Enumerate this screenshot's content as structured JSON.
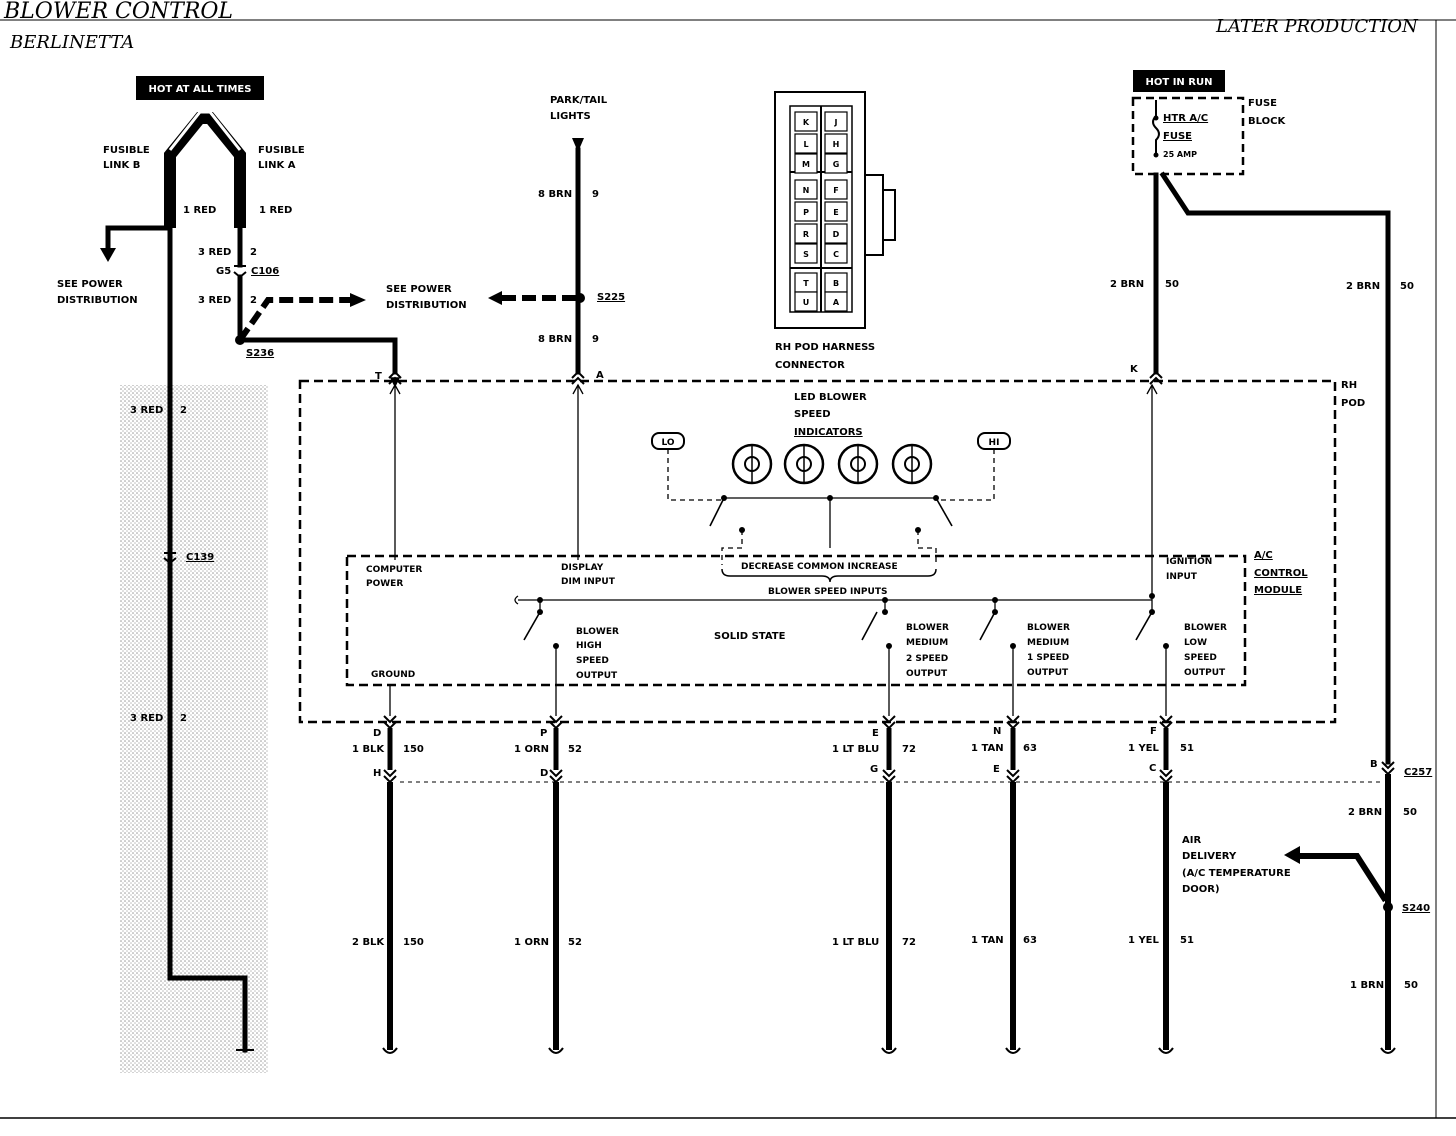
{
  "diagram": {
    "title": "BLOWER CONTROL",
    "subtitle": "BERLINETTA",
    "production_note": "LATER PRODUCTION"
  },
  "badges": {
    "hot_at_all_times": "HOT AT ALL TIMES",
    "hot_in_run": "HOT IN RUN"
  },
  "fusible": {
    "link_b": [
      "FUSIBLE",
      "LINK B"
    ],
    "link_a": [
      "FUSIBLE",
      "LINK A"
    ]
  },
  "wires": {
    "red_b_top": "1 RED",
    "red_a_top": "1 RED",
    "red_3_upper": "3 RED",
    "red_3_upper_num": "2",
    "red_3_lower": "3 RED",
    "red_3_lower_num": "2",
    "red_left_1": "3 RED",
    "red_left_1_num": "2",
    "red_left_2": "3 RED",
    "red_left_2_num": "2",
    "brn_park_top": "8 BRN",
    "brn_park_top_num": "9",
    "brn_park_bot": "8 BRN",
    "brn_park_bot_num": "9",
    "brn_k": "2 BRN",
    "brn_k_num": "50",
    "brn_right": "2 BRN",
    "brn_right_num": "50",
    "brn_b": "2 BRN",
    "brn_b_num": "50",
    "brn_bottom": "1 BRN",
    "brn_bottom_num": "50",
    "blk_top": "1 BLK",
    "blk_top_num": "150",
    "orn_top": "1 ORN",
    "orn_top_num": "52",
    "ltblu_top": "1 LT BLU",
    "ltblu_top_num": "72",
    "tan_top": "1 TAN",
    "tan_top_num": "63",
    "yel_top": "1 YEL",
    "yel_top_num": "51",
    "blk_bot": "2 BLK",
    "blk_bot_num": "150",
    "orn_bot": "1 ORN",
    "orn_bot_num": "52",
    "ltblu_bot": "1 LT BLU",
    "ltblu_bot_num": "72",
    "tan_bot": "1 TAN",
    "tan_bot_num": "63",
    "yel_bot": "1 YEL",
    "yel_bot_num": "51"
  },
  "connectors": {
    "g5": "G5",
    "c106": "C106",
    "s236": "S236",
    "s225": "S225",
    "c139": "C139",
    "c257": "C257",
    "s240": "S240"
  },
  "references": {
    "see_power_left": [
      "SEE POWER",
      "DISTRIBUTION"
    ],
    "see_power_mid": [
      "SEE POWER",
      "DISTRIBUTION"
    ],
    "park_tail": [
      "PARK/TAIL",
      "LIGHTS"
    ],
    "air_delivery": [
      "AIR",
      "DELIVERY",
      "(A/C TEMPERATURE",
      "DOOR)"
    ]
  },
  "fuse_block": {
    "fuse_lines": [
      "HTR A/C",
      "FUSE",
      "25 AMP"
    ],
    "label": [
      "FUSE",
      "BLOCK"
    ]
  },
  "harness": {
    "label": [
      "RH POD HARNESS",
      "CONNECTOR"
    ],
    "rows": [
      [
        "K",
        "J"
      ],
      [
        "L",
        "H"
      ],
      [
        "M",
        "G"
      ],
      [
        "N",
        "F"
      ],
      [
        "P",
        "E"
      ],
      [
        "R",
        "D"
      ],
      [
        "S",
        "C"
      ],
      [
        "T",
        "B"
      ],
      [
        "U",
        "A"
      ]
    ]
  },
  "pod": {
    "label": [
      "RH",
      "POD"
    ],
    "led_label": [
      "LED BLOWER",
      "SPEED",
      "INDICATORS"
    ],
    "lo": "LO",
    "hi": "HI",
    "decrease_common_increase": "DECREASE COMMON INCREASE"
  },
  "module": {
    "label": [
      "A/C",
      "CONTROL",
      "MODULE"
    ],
    "computer_power": [
      "COMPUTER",
      "POWER"
    ],
    "display_dim": [
      "DISPLAY",
      "DIM INPUT"
    ],
    "ignition_input": [
      "IGNITION",
      "INPUT"
    ],
    "blower_speed_inputs": "BLOWER SPEED INPUTS",
    "solid_state": "SOLID STATE",
    "ground": "GROUND",
    "high": [
      "BLOWER",
      "HIGH",
      "SPEED",
      "OUTPUT"
    ],
    "medium2": [
      "BLOWER",
      "MEDIUM",
      "2 SPEED",
      "OUTPUT"
    ],
    "medium1": [
      "BLOWER",
      "MEDIUM",
      "1 SPEED",
      "OUTPUT"
    ],
    "low": [
      "BLOWER",
      "LOW",
      "SPEED",
      "OUTPUT"
    ]
  },
  "pins": {
    "T": "T",
    "A": "A",
    "K": "K",
    "D": "D",
    "P": "P",
    "E": "E",
    "N": "N",
    "F": "F",
    "H": "H",
    "D2": "D",
    "G": "G",
    "E2": "E",
    "C": "C",
    "B": "B"
  }
}
